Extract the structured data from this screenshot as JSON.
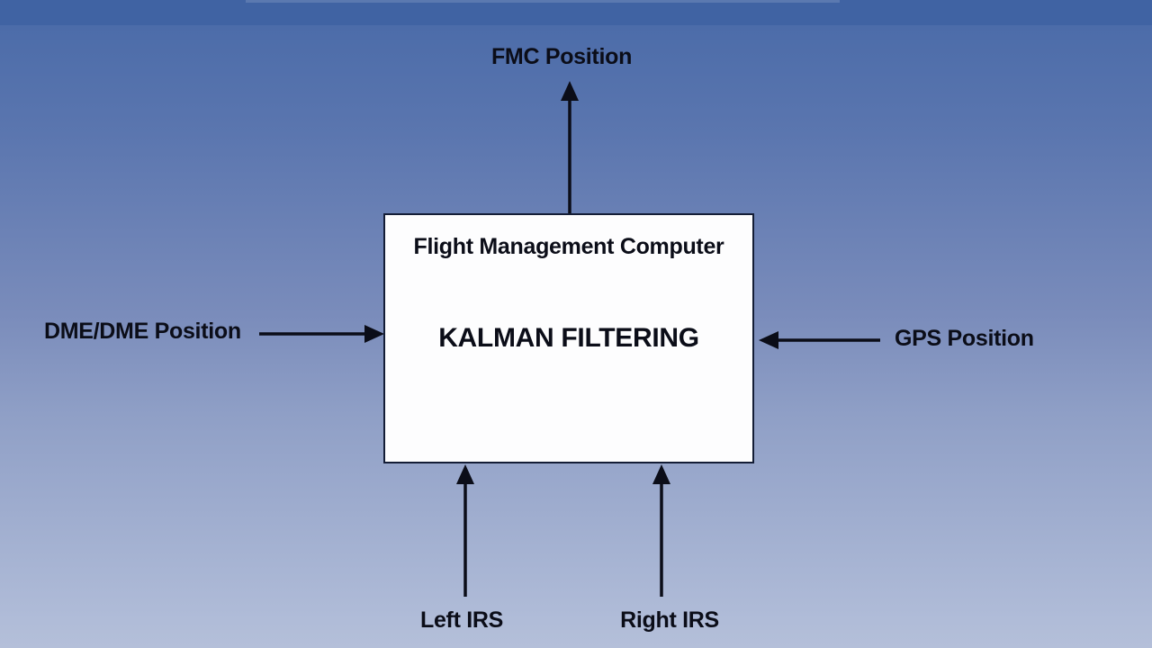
{
  "diagram": {
    "box": {
      "title": "Flight Management Computer",
      "process": "KALMAN FILTERING"
    },
    "labels": {
      "fmc_position": "FMC Position",
      "dme_position": "DME/DME Position",
      "gps_position": "GPS Position",
      "left_irs": "Left IRS",
      "right_irs": "Right IRS"
    },
    "arrows": [
      {
        "name": "dme-to-fmc",
        "direction": "right",
        "from": "DME/DME Position",
        "to": "Flight Management Computer"
      },
      {
        "name": "gps-to-fmc",
        "direction": "left",
        "from": "GPS Position",
        "to": "Flight Management Computer"
      },
      {
        "name": "left-irs-to-fmc",
        "direction": "up",
        "from": "Left IRS",
        "to": "Flight Management Computer"
      },
      {
        "name": "right-irs-to-fmc",
        "direction": "up",
        "from": "Right IRS",
        "to": "Flight Management Computer"
      },
      {
        "name": "fmc-to-fmc-position",
        "direction": "up",
        "from": "Flight Management Computer",
        "to": "FMC Position"
      }
    ],
    "colors": {
      "background_bar": "#4063a3",
      "background_gradient_top": "#4c6ca9",
      "background_gradient_mid": "#7a8cbb",
      "background_gradient_bottom": "#b4bfd9",
      "ink": "#0b0d18",
      "box_fill": "#fdfdfe",
      "box_border": "#141d36"
    }
  }
}
